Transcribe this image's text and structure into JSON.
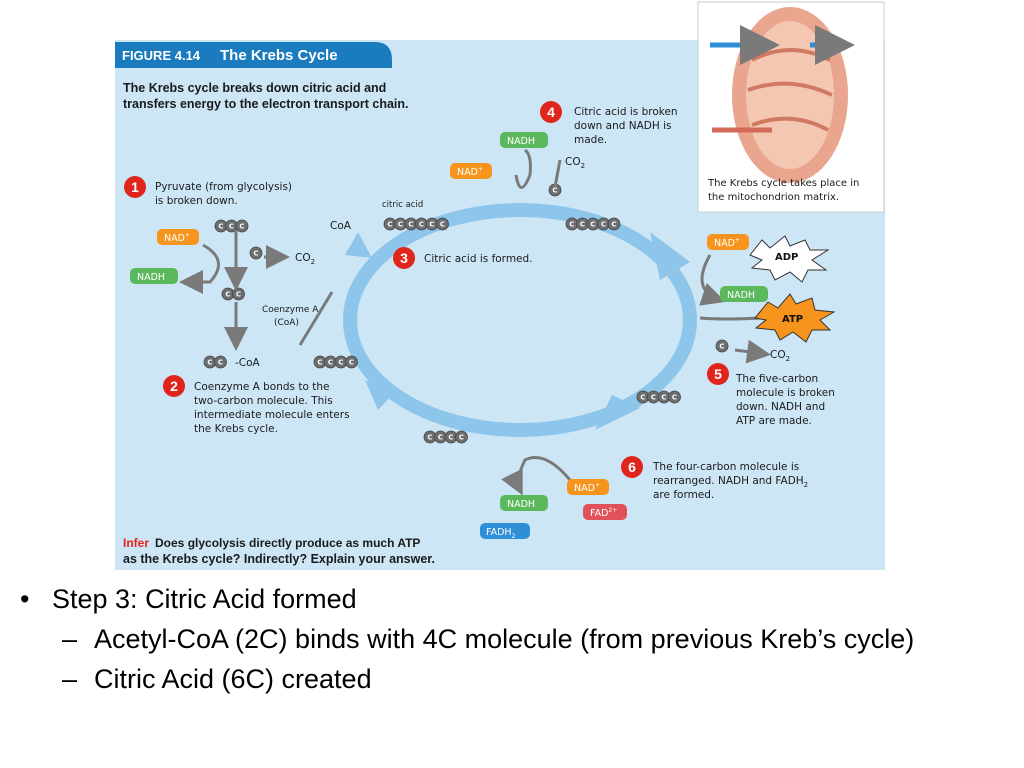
{
  "figure": {
    "label": "FIGURE 4.14",
    "title": "The Krebs Cycle",
    "intro_line1": "The Krebs cycle breaks down citric acid and",
    "intro_line2": "transfers energy to the electron transport chain.",
    "infer_label": "Infer",
    "infer_line1": "Does glycolysis directly produce as much ATP",
    "infer_line2": "as the Krebs cycle? Indirectly? Explain your answer."
  },
  "steps": {
    "s1": {
      "number": "1",
      "line1": "Pyruvate (from glycolysis)",
      "line2": "is broken down."
    },
    "s2": {
      "number": "2",
      "line1": "Coenzyme A bonds to the",
      "line2": "two-carbon molecule. This",
      "line3": "intermediate molecule enters",
      "line4": "the Krebs cycle."
    },
    "s3": {
      "number": "3",
      "line1": "Citric acid is formed."
    },
    "s4": {
      "number": "4",
      "line1": "Citric acid is broken",
      "line2": "down and NADH is",
      "line3": "made."
    },
    "s5": {
      "number": "5",
      "line1": "The five-carbon",
      "line2": "molecule is broken",
      "line3": "down. NADH and",
      "line4": "ATP are made."
    },
    "s6": {
      "number": "6",
      "line1": "The four-carbon molecule is",
      "line2": "rearranged. NADH and FADH",
      "line2_sub": "2",
      "line3": "are formed."
    }
  },
  "molecules": {
    "nad": "NAD",
    "nad_sup": "+",
    "nadh": "NADH",
    "fad": "FAD",
    "fad_sup": "2+",
    "fadh": "FADH",
    "fadh_sub": "2",
    "adp": "ADP",
    "atp": "ATP",
    "co2": "CO",
    "co2_sub": "2",
    "coa": "CoA",
    "coenzyme_line1": "Coenzyme A",
    "coenzyme_line2": "(CoA)",
    "citric_acid": "citric acid",
    "acetyl_suffix": "-CoA",
    "carbon": "C"
  },
  "inset": {
    "caption_line1": "The Krebs cycle takes place in",
    "caption_line2": "the mitochondrion matrix."
  },
  "bullets": {
    "b1": "Step 3: Citric Acid formed",
    "b2": "Acetyl-CoA (2C) binds with 4C molecule (from previous Kreb’s cycle)",
    "b3": "Citric Acid (6C) created",
    "dash": "–"
  },
  "colors": {
    "figure_bg": "#cde6f6",
    "title_tab": "#1b7bbf",
    "cycle_arrow": "#8ec5ea",
    "step_circle": "#e0251c",
    "nad_pill": "#f7941d",
    "nadh_pill": "#5cb85c",
    "fad_pill": "#e2505a",
    "fadh_pill": "#2f8fd6",
    "carbon": "#6d6e70",
    "atp_star": "#f7941d"
  }
}
